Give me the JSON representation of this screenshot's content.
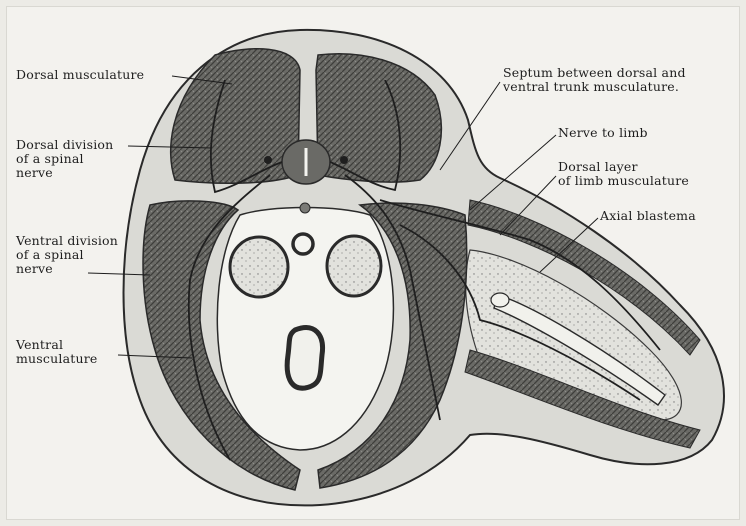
{
  "labels": {
    "dorsal_musculature": "Dorsal musculature",
    "dorsal_division": "Dorsal division\nof a spinal\nnerve",
    "ventral_division": "Ventral division\nof a spinal\nnerve",
    "ventral_musculature": "Ventral\nmusculature",
    "septum": "Septum between dorsal and\nventral trunk musculature.",
    "nerve_to_limb": "Nerve to limb",
    "dorsal_layer": "Dorsal layer\nof limb musculature",
    "axial_blastema": "Axial blastema"
  },
  "colors": {
    "background": "#f3f2ee",
    "outline": "#2a2a2a",
    "muscle_fill": "#5d5d5a",
    "tissue_fill": "#dcdcd8",
    "ink": "#1d1d1d"
  }
}
